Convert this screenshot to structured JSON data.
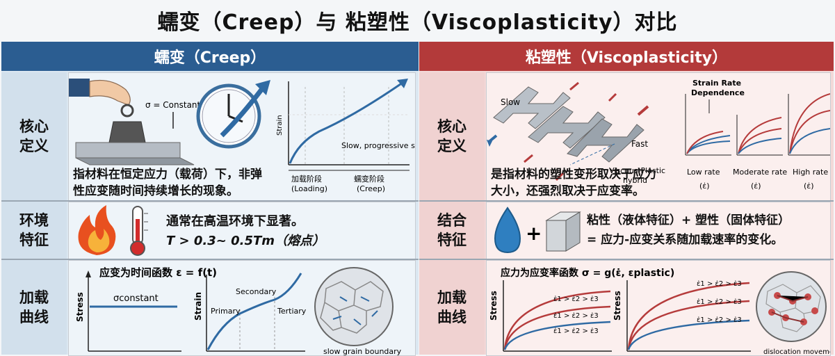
{
  "title": "蠕变（Creep）与 粘塑性（Viscoplasticity）对比",
  "left": {
    "header": "蠕变（Creep）",
    "rows": {
      "def": {
        "label_line1": "核心",
        "label_line2": "定义",
        "sigma_label": "σ = Constant",
        "axis_strain": "Strain",
        "annotation": "Slow, progressive strain",
        "loading_cn": "加载阶段",
        "loading_en": "(Loading)",
        "creep_cn": "蠕变阶段",
        "creep_en": "(Creep)",
        "text_line1": "指材料在恒定应力（载荷）下，非弹",
        "text_line2": "性应变随时间持续增长的现象。"
      },
      "env": {
        "label_line1": "环境",
        "label_line2": "特征",
        "text_line1": "通常在高温环境下显著。",
        "text_line2": "T > 0.3~ 0.5Tm（熔点）"
      },
      "curve": {
        "label_line1": "加载",
        "label_line2": "曲线",
        "heading": "应变为时间函数 ε = f(t)",
        "stress_axis": "Stress",
        "sigma_const": "σconstant",
        "strain_axis": "Strain",
        "primary": "Primary",
        "secondary": "Secondary",
        "tertiary": "Tertiary",
        "grain_caption": "slow grain boundary"
      }
    }
  },
  "right": {
    "header": "粘塑性（Viscoplasticity）",
    "rows": {
      "def": {
        "label_line1": "核心",
        "label_line2": "定义",
        "slow": "Slow",
        "fast": "Fast",
        "hybrid_line1": "Viscous-Plastic",
        "hybrid_line2": "hybrid",
        "rate_dep_line1": "Strain Rate",
        "rate_dep_line2": "Dependence",
        "low_rate": "Low rate",
        "moderate_rate": "Moderate rate",
        "high_rate": "High rate",
        "rate_symbol": "(ε̇)",
        "text_line1": "是指材料的塑性变形取决于应力",
        "text_line2": "大小，还强烈取决于应变率。"
      },
      "env": {
        "label_line1": "结合",
        "label_line2": "特征",
        "plus": "+",
        "text_line1": "粘性（液体特征）+ 塑性（固体特征）",
        "text_line2": "= 应力-应变关系随加载速率的变化。"
      },
      "curve": {
        "label_line1": "加载",
        "label_line2": "曲线",
        "heading": "应力为应变率函数 σ = g(ε̇, εplastic)",
        "stress_axis": "Stress",
        "rate_order": "ε̇1 > ε̇2 > ε̇3",
        "dislocation_caption": "dislocation movement"
      }
    }
  },
  "colors": {
    "blue_header": "#2b5d91",
    "red_header": "#b33a3a",
    "curve_blue": "#2f6aa3",
    "curve_red": "#b53b3b"
  }
}
